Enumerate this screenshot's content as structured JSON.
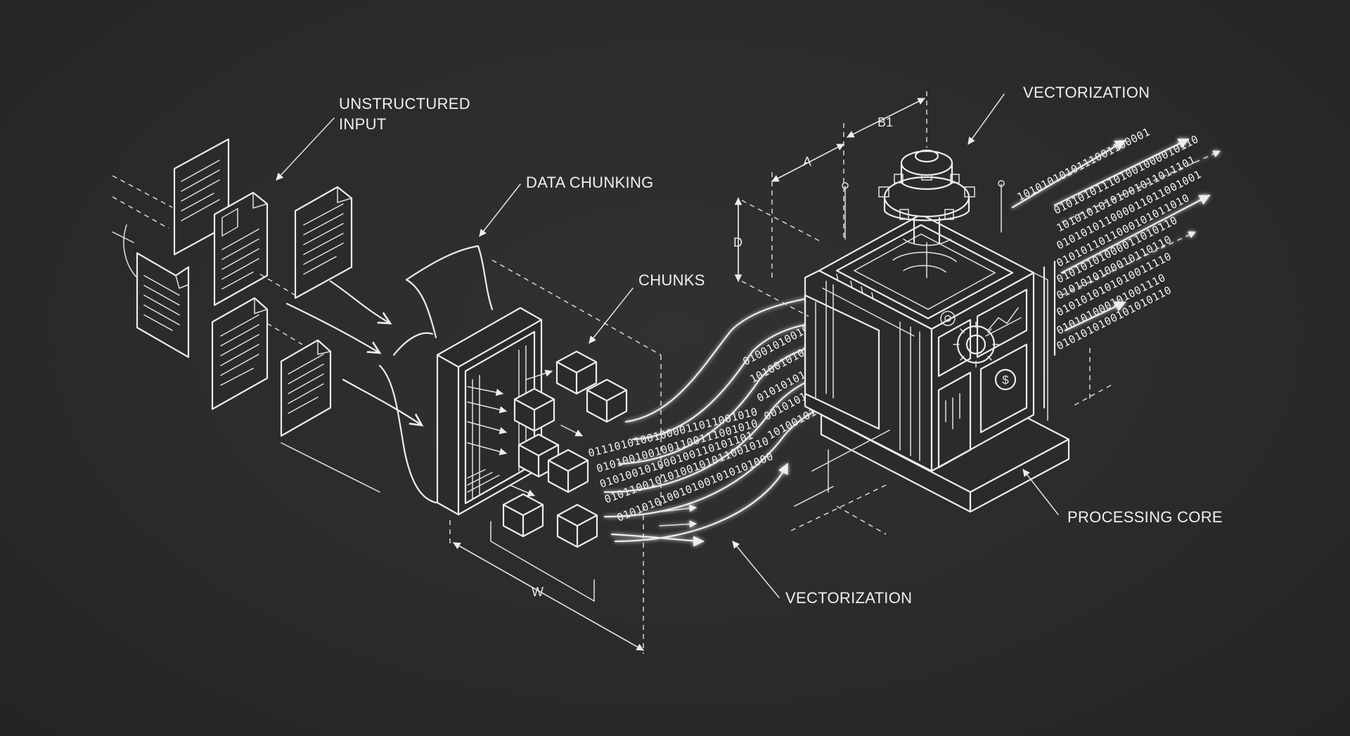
{
  "labels": {
    "unstructured_input_line1": "UNSTRUCTURED",
    "unstructured_input_line2": "INPUT",
    "data_chunking": "DATA CHUNKING",
    "chunks": "CHUNKS",
    "vectorization_top": "VECTORIZATION",
    "vectorization_bottom": "VECTORIZATION",
    "processing_core": "PROCESSING CORE"
  },
  "dimensions": {
    "a": "A",
    "b1": "B1",
    "d": "D",
    "w": "W"
  },
  "binary_streams": {
    "input": [
      "01110101001000011011001010",
      "0101001001001100111001010",
      "010100101000100110101101",
      "01011001010100101011001010",
      "0101010100101001010101000"
    ],
    "output": [
      "1010101010111001100001",
      "010101011101001000010110",
      "10101010101001011011101",
      "010101011000011011001001",
      "0101011011000101011010",
      "01010101000011010110",
      "0101010100010110110",
      "0101010101010011110",
      "010101000101001110",
      "0101010100101010110"
    ],
    "core_entry": [
      "01001010010101010",
      "1010010101000101101",
      "0101010101010010110",
      "00101010101010100",
      "1010010101010101010"
    ]
  },
  "colors": {
    "background": "#2a2a2a",
    "line": "#ececec"
  },
  "icons": [
    "document-icon",
    "gear-icon",
    "chart-icon",
    "dollar-icon",
    "cube-icon",
    "arrow-icon"
  ]
}
